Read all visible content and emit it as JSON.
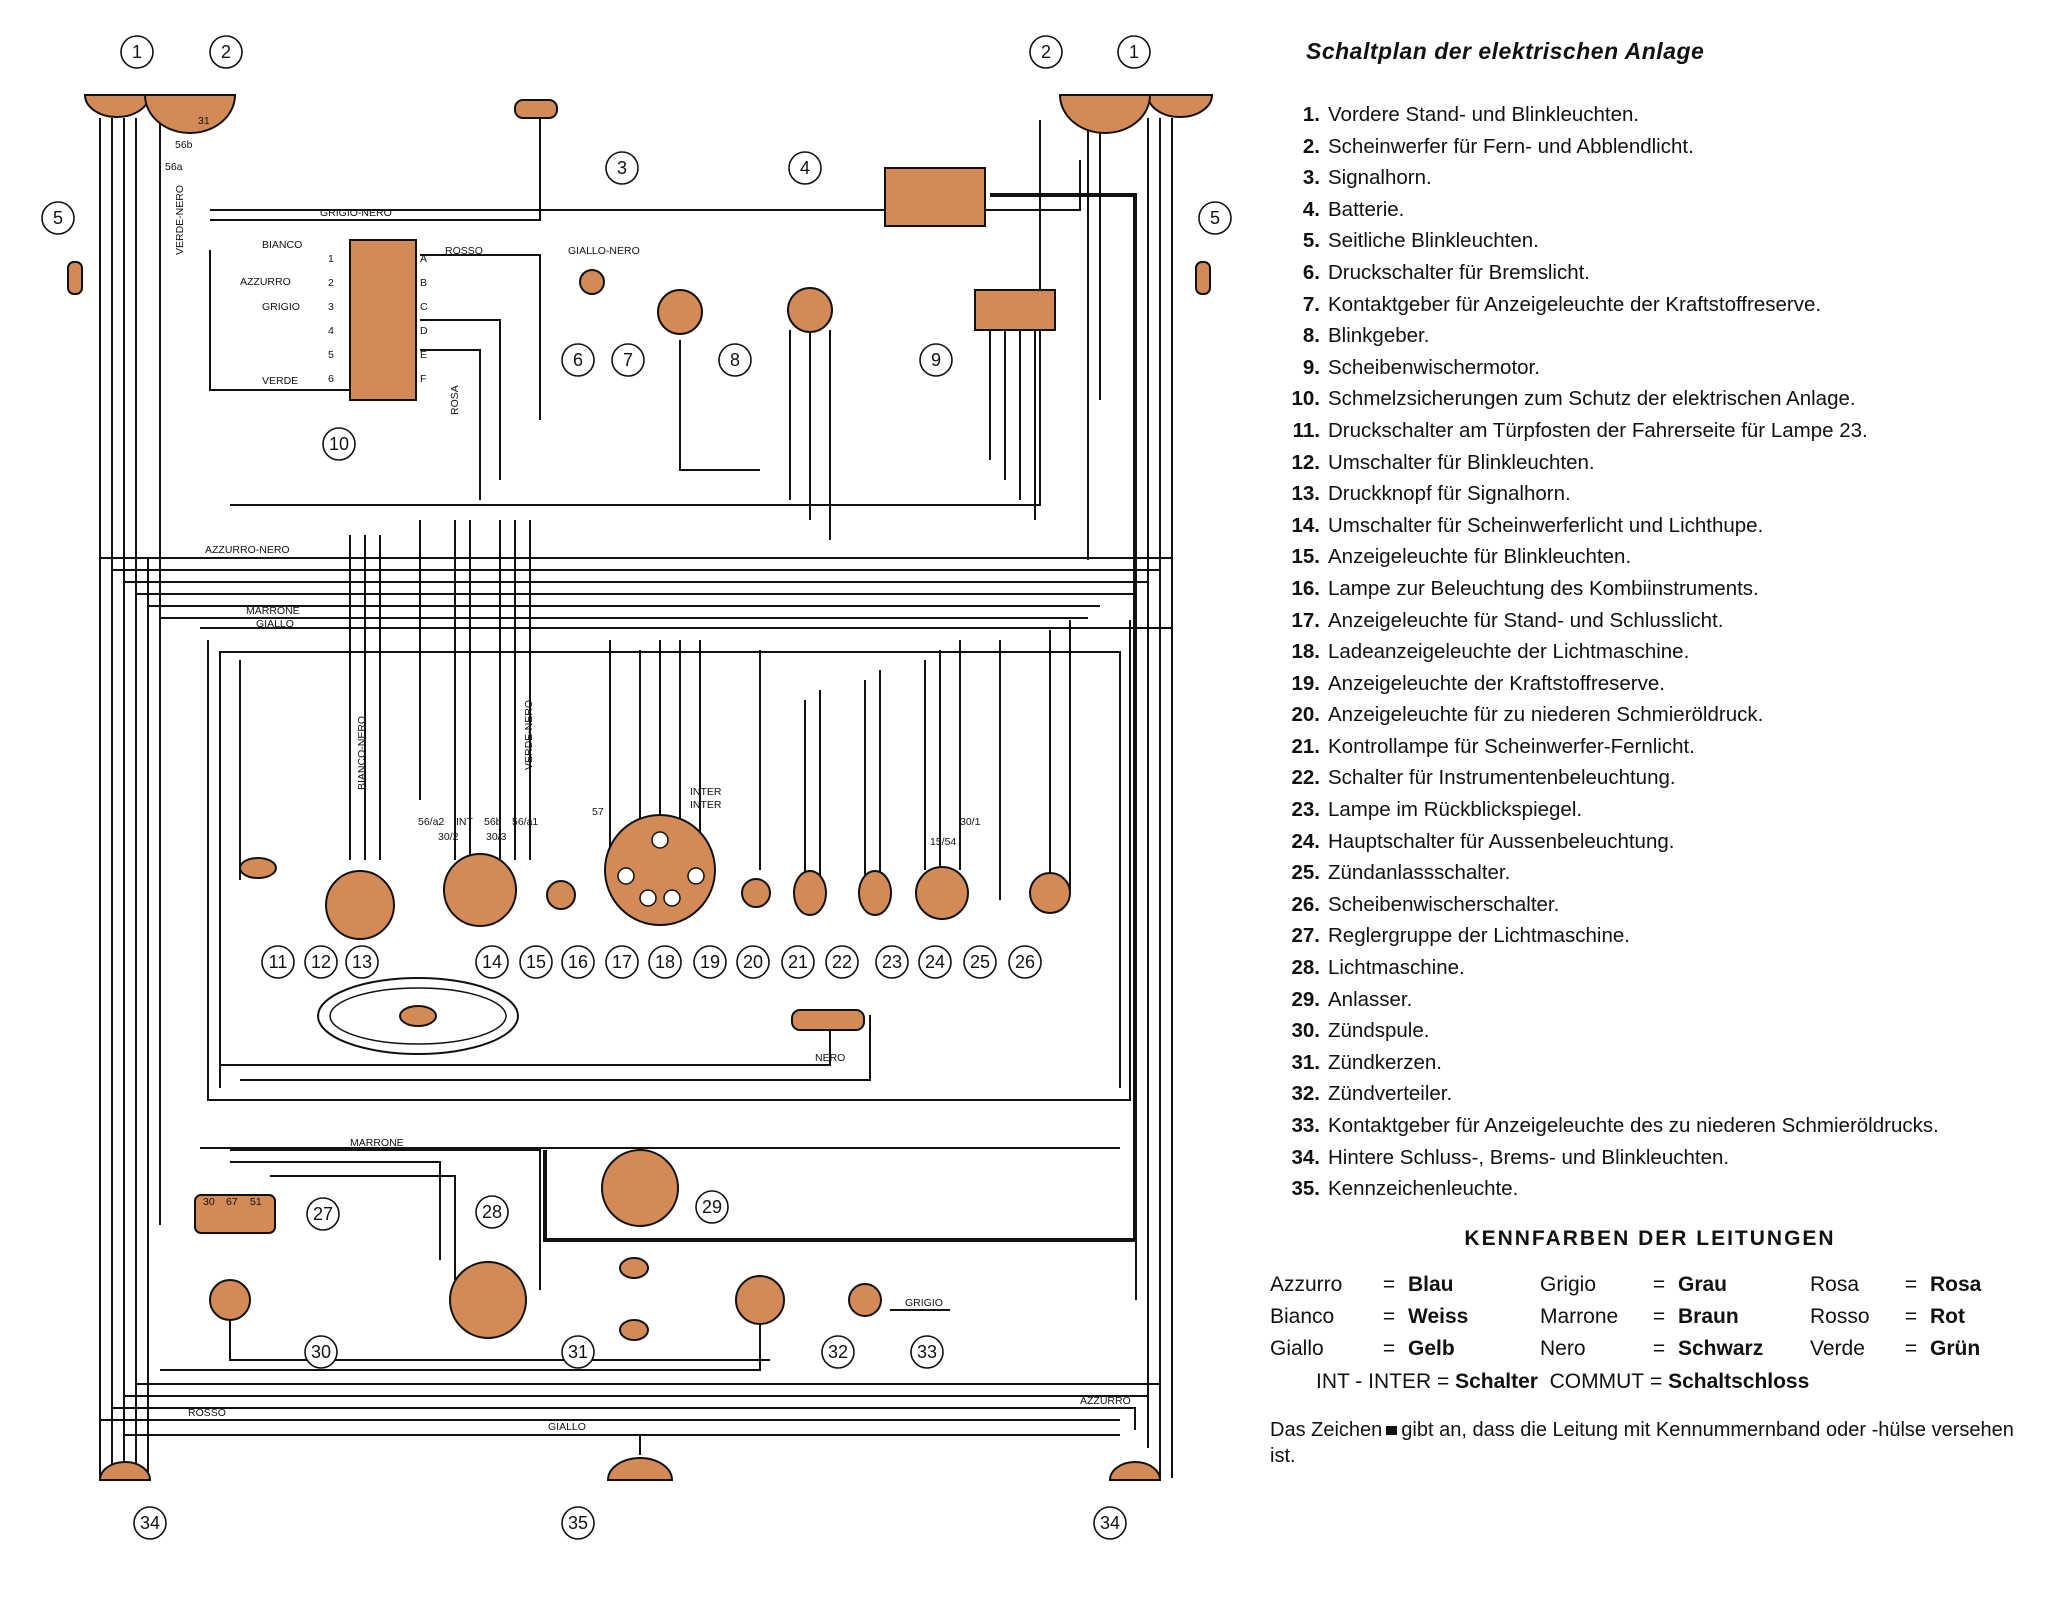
{
  "title": "Schaltplan der elektrischen Anlage",
  "components": [
    {
      "num": "1.",
      "text": "Vordere Stand- und Blinkleuchten."
    },
    {
      "num": "2.",
      "text": "Scheinwerfer für Fern- und Abblendlicht."
    },
    {
      "num": "3.",
      "text": "Signalhorn."
    },
    {
      "num": "4.",
      "text": "Batterie."
    },
    {
      "num": "5.",
      "text": "Seitliche Blinkleuchten."
    },
    {
      "num": "6.",
      "text": "Druckschalter für Bremslicht."
    },
    {
      "num": "7.",
      "text": "Kontaktgeber für Anzeigeleuchte der Kraftstoffreserve."
    },
    {
      "num": "8.",
      "text": "Blinkgeber."
    },
    {
      "num": "9.",
      "text": "Scheibenwischermotor."
    },
    {
      "num": "10.",
      "text": "Schmelzsicherungen zum Schutz der elektrischen Anlage."
    },
    {
      "num": "11.",
      "text": "Druckschalter am Türpfosten der Fahrerseite für Lampe 23."
    },
    {
      "num": "12.",
      "text": "Umschalter für Blinkleuchten."
    },
    {
      "num": "13.",
      "text": "Druckknopf für Signalhorn."
    },
    {
      "num": "14.",
      "text": "Umschalter für Scheinwerferlicht und Lichthupe."
    },
    {
      "num": "15.",
      "text": "Anzeigeleuchte für Blinkleuchten."
    },
    {
      "num": "16.",
      "text": "Lampe zur Beleuchtung des Kombiinstruments."
    },
    {
      "num": "17.",
      "text": "Anzeigeleuchte für Stand- und Schlusslicht."
    },
    {
      "num": "18.",
      "text": "Ladeanzeigeleuchte der Lichtmaschine."
    },
    {
      "num": "19.",
      "text": "Anzeigeleuchte der Kraftstoffreserve."
    },
    {
      "num": "20.",
      "text": "Anzeigeleuchte für zu niederen Schmieröldruck."
    },
    {
      "num": "21.",
      "text": "Kontrollampe für Scheinwerfer-Fernlicht."
    },
    {
      "num": "22.",
      "text": "Schalter für Instrumentenbeleuchtung."
    },
    {
      "num": "23.",
      "text": "Lampe im Rückblickspiegel."
    },
    {
      "num": "24.",
      "text": "Hauptschalter für Aussenbeleuchtung."
    },
    {
      "num": "25.",
      "text": "Zündanlassschalter."
    },
    {
      "num": "26.",
      "text": "Scheibenwischerschalter."
    },
    {
      "num": "27.",
      "text": "Reglergruppe der Lichtmaschine."
    },
    {
      "num": "28.",
      "text": "Lichtmaschine."
    },
    {
      "num": "29.",
      "text": "Anlasser."
    },
    {
      "num": "30.",
      "text": "Zündspule."
    },
    {
      "num": "31.",
      "text": "Zündkerzen."
    },
    {
      "num": "32.",
      "text": "Zündverteiler."
    },
    {
      "num": "33.",
      "text": "Kontaktgeber für Anzeigeleuchte des zu niederen Schmieröldrucks."
    },
    {
      "num": "34.",
      "text": "Hintere Schluss-, Brems- und Blinkleuchten."
    },
    {
      "num": "35.",
      "text": "Kennzeichenleuchte."
    }
  ],
  "wire_colors_title": "KENNFARBEN DER LEITUNGEN",
  "wire_colors": [
    [
      {
        "it": "Azzurro",
        "de": "Blau"
      },
      {
        "it": "Grigio",
        "de": "Grau"
      },
      {
        "it": "Rosa",
        "de": "Rosa"
      }
    ],
    [
      {
        "it": "Bianco",
        "de": "Weiss"
      },
      {
        "it": "Marrone",
        "de": "Braun"
      },
      {
        "it": "Rosso",
        "de": "Rot"
      }
    ],
    [
      {
        "it": "Giallo",
        "de": "Gelb"
      },
      {
        "it": "Nero",
        "de": "Schwarz"
      },
      {
        "it": "Verde",
        "de": "Grün"
      }
    ]
  ],
  "equals": "=",
  "inter_line": {
    "left": "INT - INTER",
    "left_de": "Schalter",
    "right": "COMMUT",
    "right_de": "Schaltschloss"
  },
  "note_before": "Das Zeichen",
  "note_after": "gibt an, dass die Leitung mit Kennummernband oder -hülse versehen ist.",
  "colors": {
    "component_fill": "#d48a57",
    "wire": "#111111",
    "paper": "#ffffff"
  },
  "diagram": {
    "callouts": [
      "1",
      "2",
      "3",
      "4",
      "5",
      "6",
      "7",
      "8",
      "9",
      "10",
      "11",
      "12",
      "13",
      "14",
      "15",
      "16",
      "17",
      "18",
      "19",
      "20",
      "21",
      "22",
      "23",
      "24",
      "25",
      "26",
      "27",
      "28",
      "29",
      "30",
      "31",
      "32",
      "33",
      "34",
      "35"
    ],
    "wire_labels": [
      "AZZURRO-NERO",
      "GIALLO",
      "VERDE-NERO",
      "GRIGIO-NERO",
      "BIANCO",
      "AZZURRO",
      "GRIGIO",
      "VERDE",
      "ROSSO",
      "GIALLO-NERO",
      "MARRONE",
      "NERO",
      "ROSA",
      "BIANCO-NERO",
      "VERDE-NERO",
      "INTER",
      "MARRONE",
      "AZZURRO",
      "ROSSO",
      "GRIGIO",
      "GIALLO"
    ],
    "fuse_numbers": [
      "1",
      "2",
      "3",
      "4",
      "5",
      "6"
    ],
    "fuse_letters": [
      "A",
      "B",
      "C",
      "D",
      "E",
      "F"
    ],
    "terminal_labels": [
      "31",
      "56b",
      "56a",
      "30",
      "67",
      "51",
      "15/54",
      "30/1",
      "56/a2",
      "INT",
      "30/2",
      "56b",
      "30/3",
      "56/a1",
      "57",
      "INTER"
    ]
  }
}
